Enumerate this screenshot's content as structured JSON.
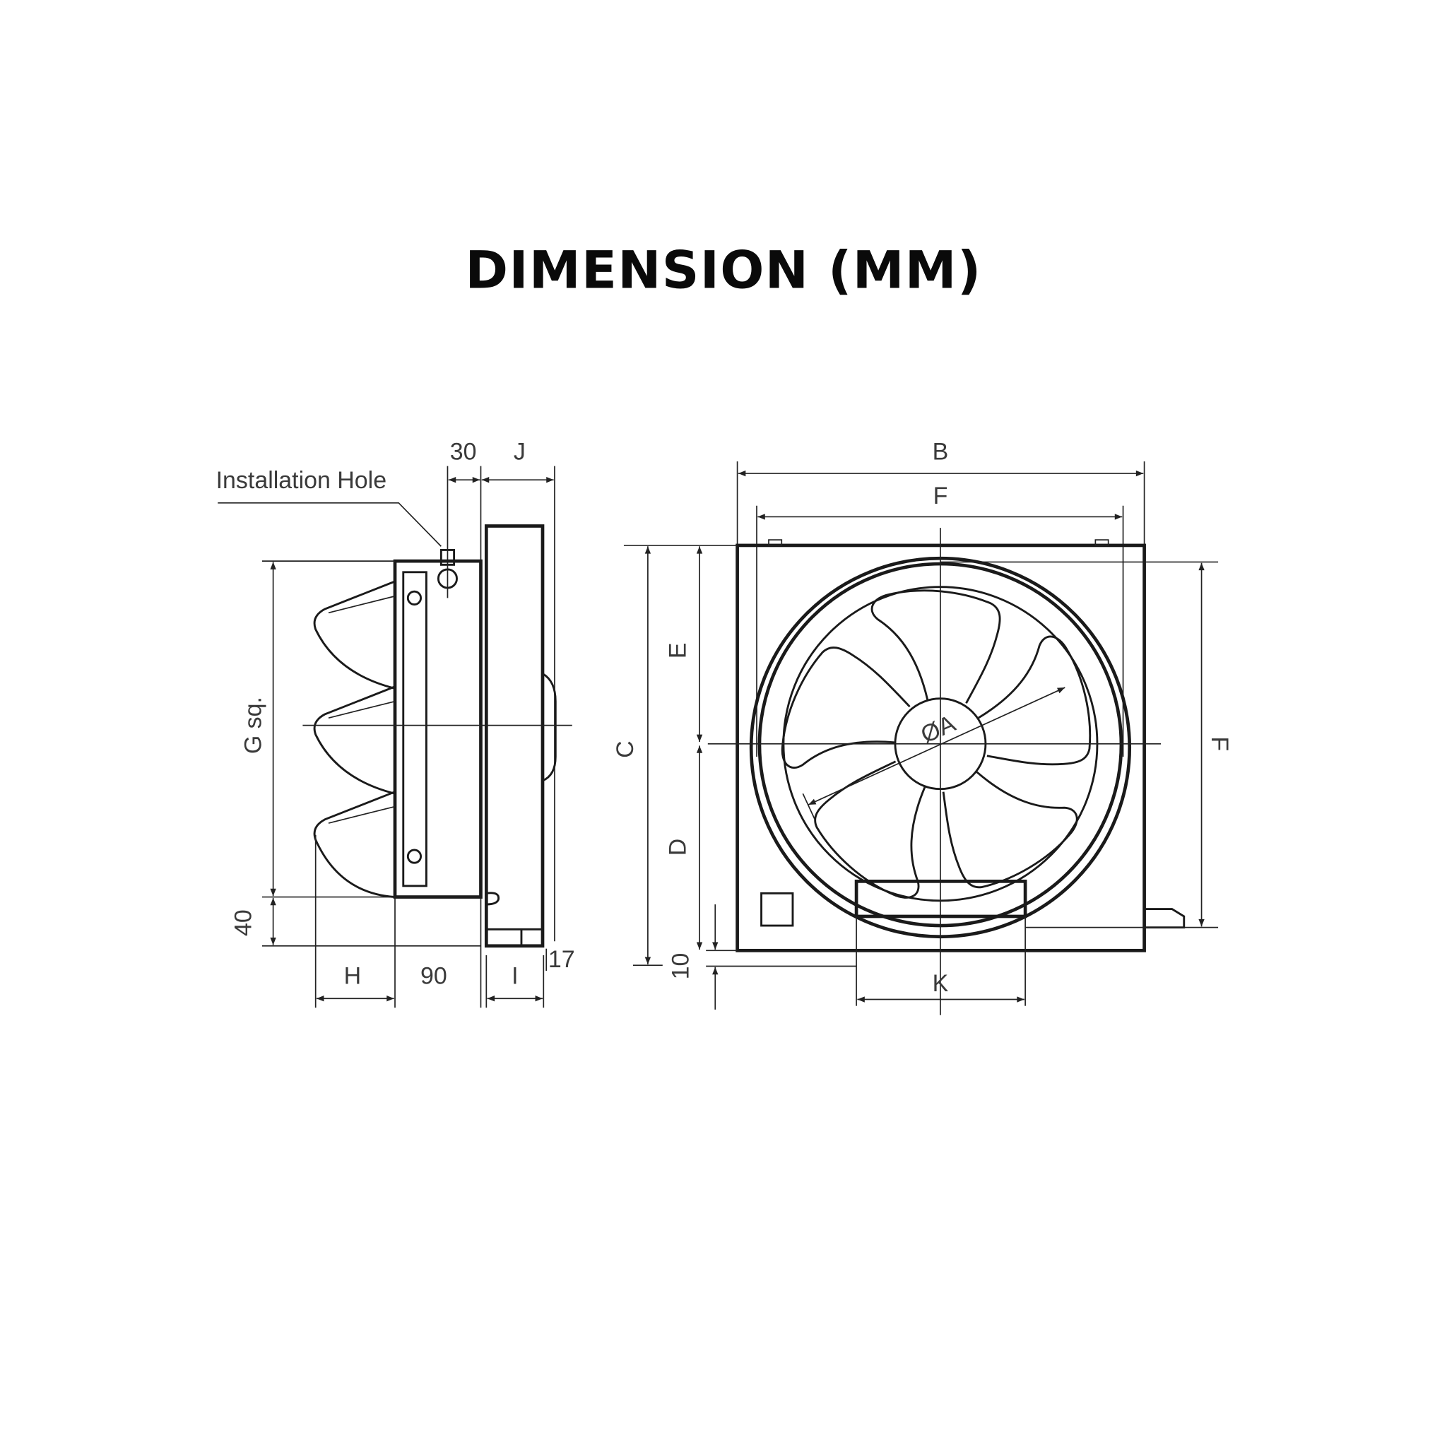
{
  "title": "DIMENSION (MM)",
  "side_view": {
    "installation_hole": "Installation Hole",
    "dim_30": "30",
    "dim_j": "J",
    "dim_g": "G sq.",
    "dim_40": "40",
    "dim_h": "H",
    "dim_90": "90",
    "dim_i": "I",
    "dim_17": "17"
  },
  "front_view": {
    "dim_b": "B",
    "dim_f_top": "F",
    "dim_c": "C",
    "dim_e": "E",
    "dim_d": "D",
    "dim_10": "10",
    "dim_k": "K",
    "dim_f_right": "F",
    "dim_a": "ØA"
  }
}
